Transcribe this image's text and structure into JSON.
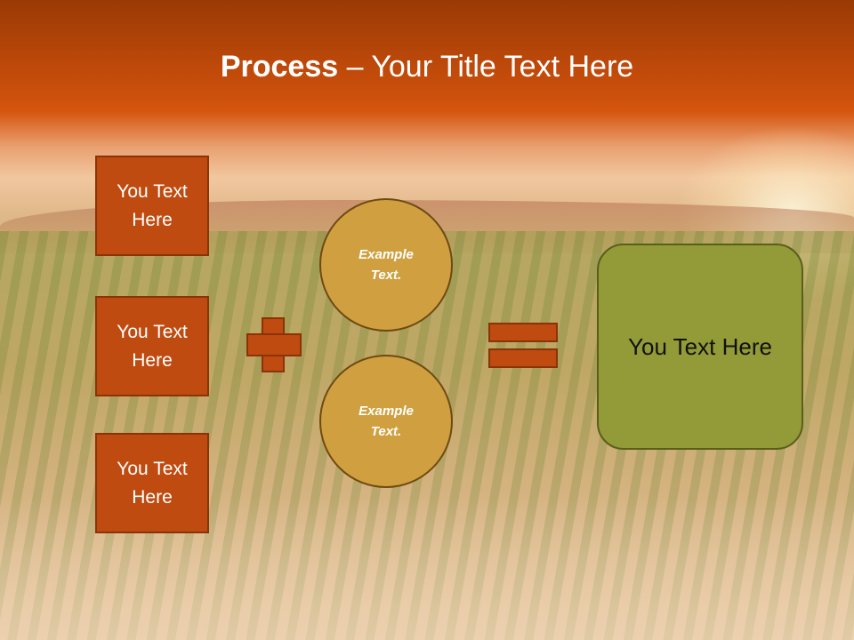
{
  "title": {
    "bold": "Process",
    "rest": " – Your Title Text Here"
  },
  "boxes": [
    "You Text Here",
    "You Text Here",
    "You Text Here"
  ],
  "circles": [
    "Example Text.",
    "Example Text."
  ],
  "result": "You Text Here",
  "colors": {
    "header": "#c04a0a",
    "box_fill": "#bf4b10",
    "circle_fill": "#d0a040",
    "result_fill": "#939a38"
  }
}
